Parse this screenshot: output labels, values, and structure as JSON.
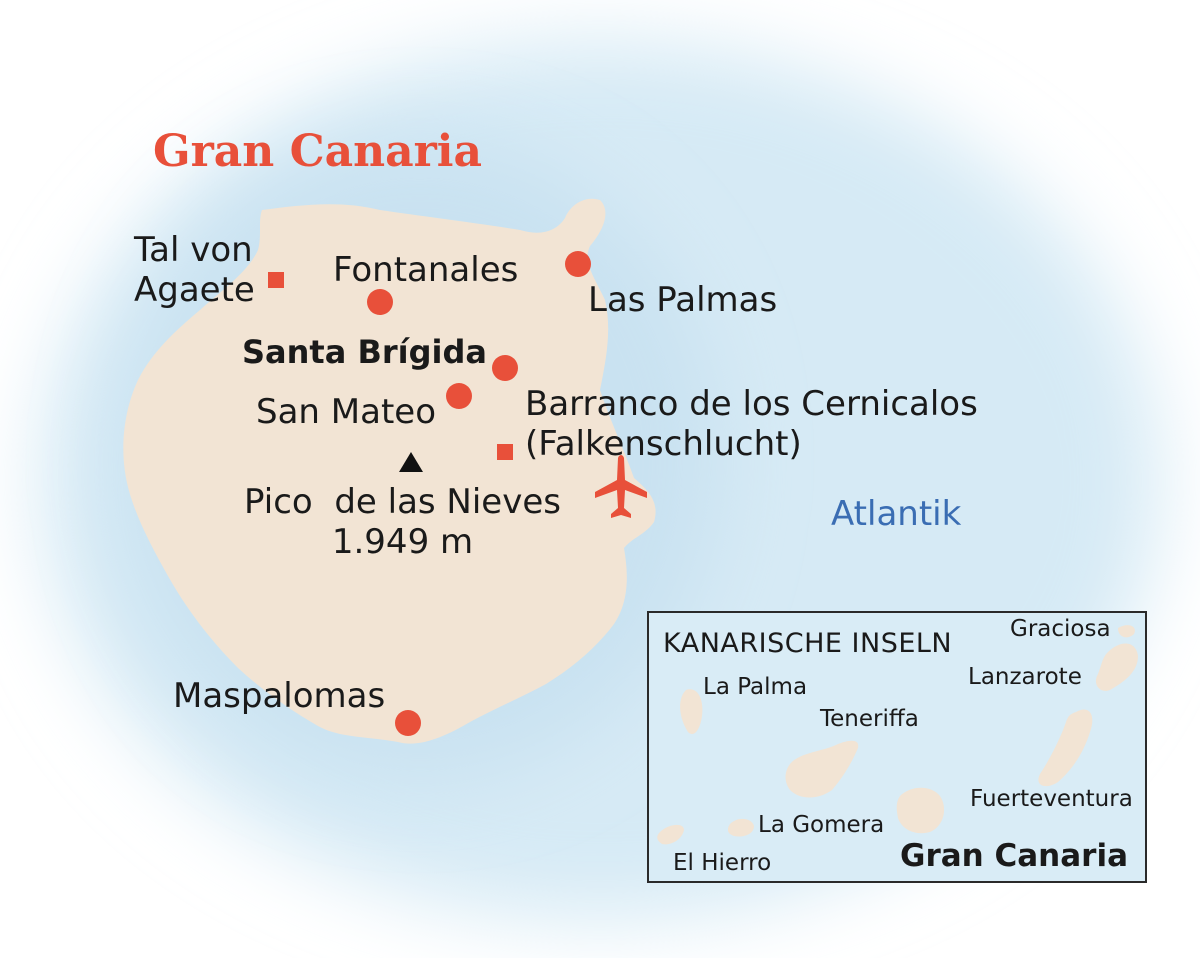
{
  "title": "Gran Canaria",
  "colors": {
    "accent": "#e8503a",
    "land": "#f2e4d4",
    "sea": "#d4e9f4",
    "sea_text": "#3a6db3",
    "text": "#1a1a1a"
  },
  "places": [
    {
      "name": "Tal von\nAgaete",
      "marker": "square"
    },
    {
      "name": "Fontanales",
      "marker": "circle"
    },
    {
      "name": "Las Palmas",
      "marker": "circle"
    },
    {
      "name": "Santa Brígida",
      "marker": "circle",
      "emphasis": "bold"
    },
    {
      "name": "San Mateo",
      "marker": "circle"
    },
    {
      "name": "Barranco de los Cernicalos\n(Falkenschlucht)",
      "marker": "square"
    },
    {
      "name": "Pico  de las Nieves\n1.949 m",
      "marker": "triangle"
    },
    {
      "name": "Maspalomas",
      "marker": "circle"
    }
  ],
  "airport": {
    "icon": "airplane-icon"
  },
  "sea_label": "Atlantik",
  "inset": {
    "title": "KANARISCHE INSELN",
    "islands": [
      "Graciosa",
      "Lanzarote",
      "La Palma",
      "Teneriffa",
      "Fuerteventura",
      "La Gomera",
      "El Hierro",
      "Gran Canaria"
    ],
    "highlight": "Gran Canaria"
  }
}
